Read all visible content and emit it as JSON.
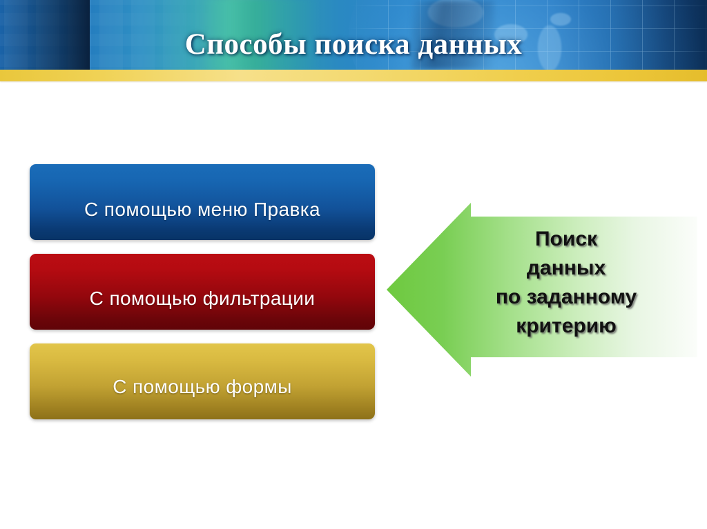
{
  "slide": {
    "title": "Способы поиска данных",
    "banner": {
      "icon_motifs": [
        "envelope-icon",
        "globe-icon"
      ],
      "accent_color": "#f0d255"
    }
  },
  "methods": [
    {
      "id": "menu",
      "label": "С помощью меню Правка",
      "color": "#12529a"
    },
    {
      "id": "filter",
      "label": "С помощью фильтрации",
      "color": "#94070d"
    },
    {
      "id": "form",
      "label": "С помощью формы",
      "color": "#c2a233"
    }
  ],
  "callout": {
    "text": "Поиск\nданных\nпо заданному\nкритерию",
    "arrow_direction": "left",
    "color": "#72cc47"
  }
}
